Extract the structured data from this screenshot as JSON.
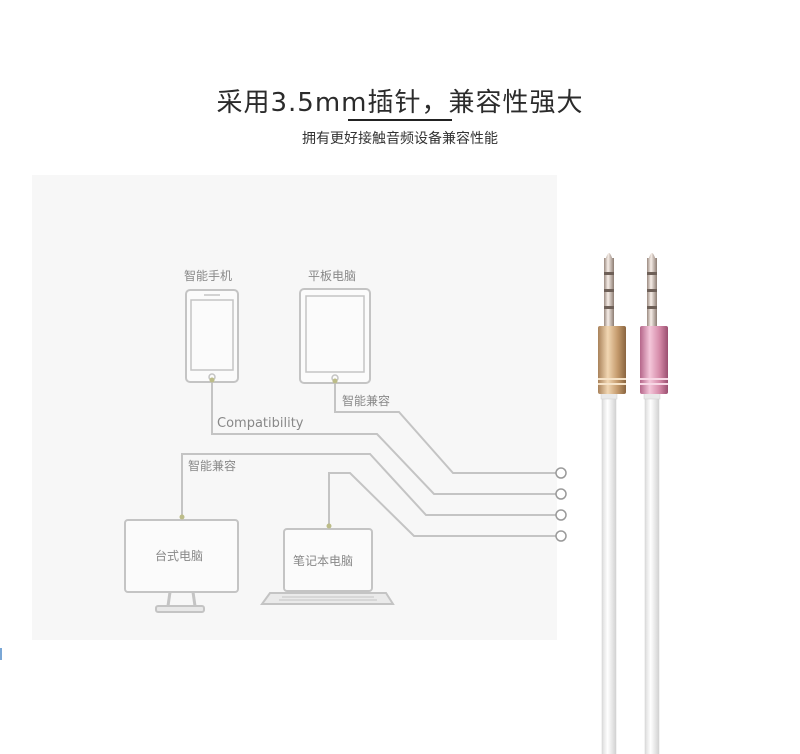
{
  "header": {
    "title": "采用3.5mm插针，兼容性强大",
    "subtitle": "拥有更好接触音频设备兼容性能"
  },
  "diagram": {
    "smartphone_label": "智能手机",
    "tablet_label": "平板电脑",
    "compatibility_label": "Compatibility",
    "smart_compat_label_1": "智能兼容",
    "smart_compat_label_2": "智能兼容",
    "desktop_label": "台式电脑",
    "laptop_label": "笔记本电脑"
  },
  "product": {
    "plug_left_color": "#c9a27a",
    "plug_right_color": "#d58aa8",
    "cable_color": "#ffffff"
  }
}
